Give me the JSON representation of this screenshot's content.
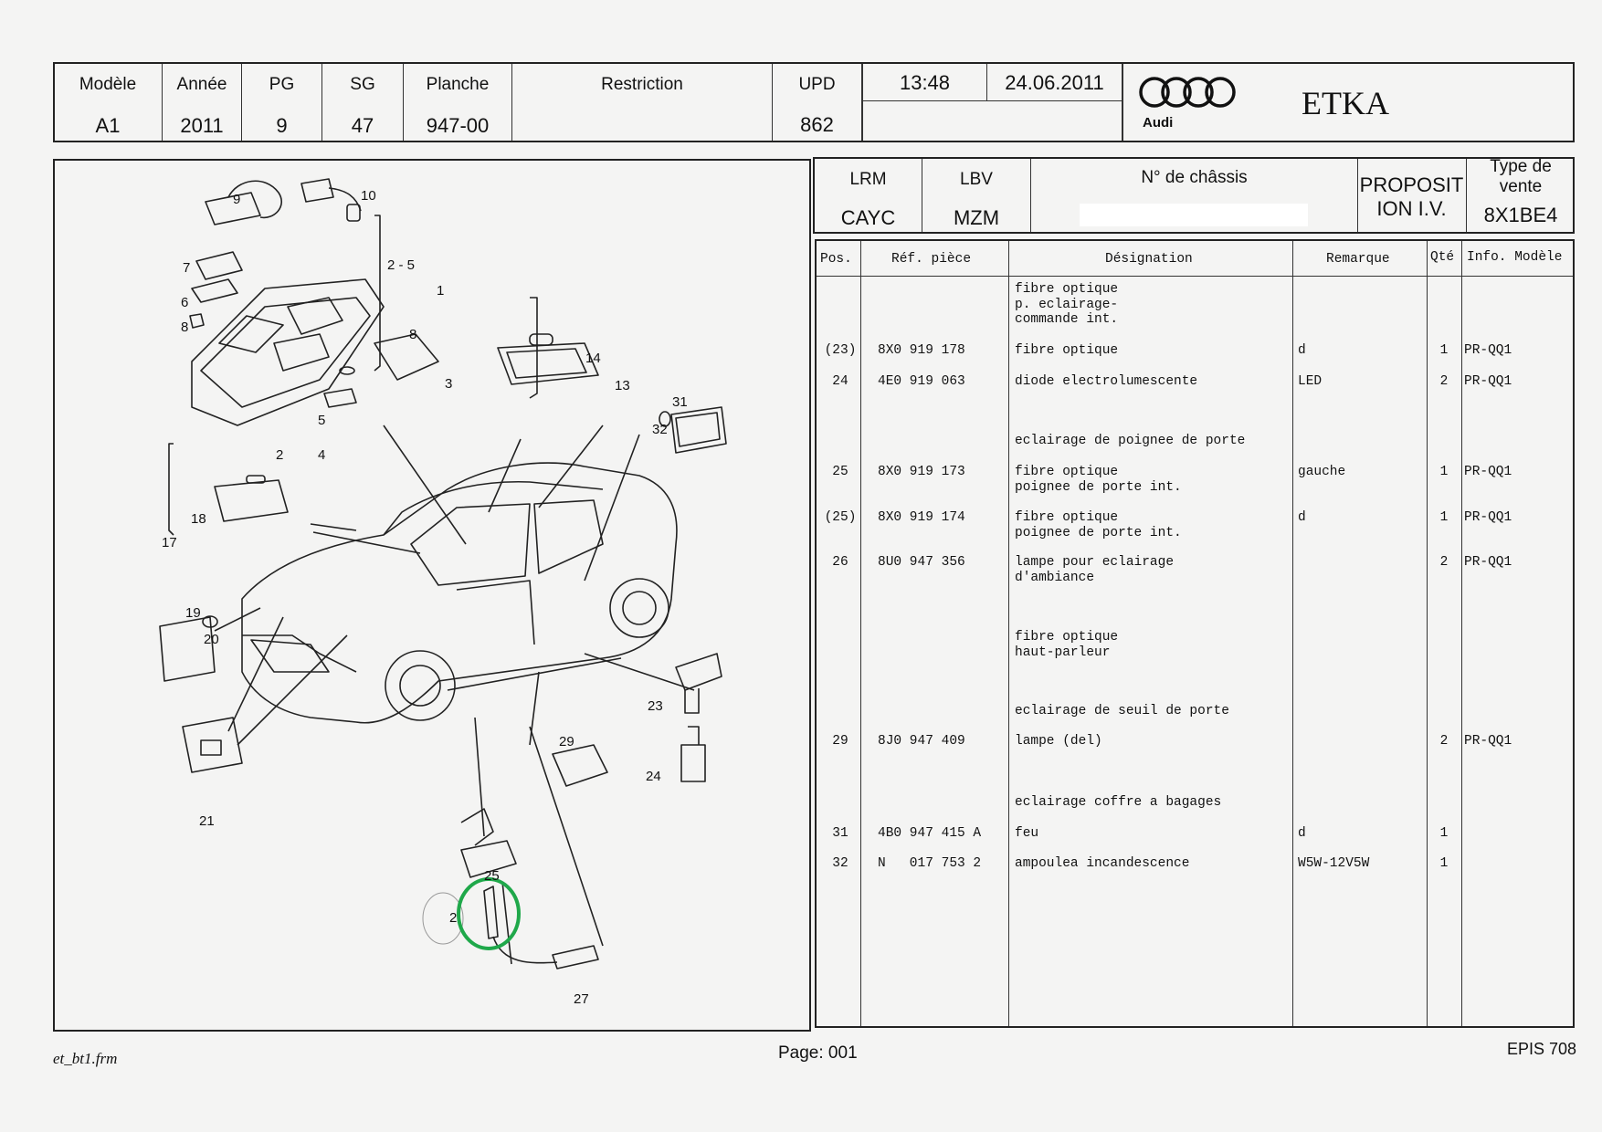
{
  "header": {
    "modele": {
      "label": "Modèle",
      "value": "A1"
    },
    "annee": {
      "label": "Année",
      "value": "2011"
    },
    "pg": {
      "label": "PG",
      "value": "9"
    },
    "sg": {
      "label": "SG",
      "value": "47"
    },
    "planche": {
      "label": "Planche",
      "value": "947-00"
    },
    "restriction": {
      "label": "Restriction",
      "value": ""
    },
    "upd": {
      "label": "UPD",
      "value": "862"
    },
    "time": "13:48",
    "date": "24.06.2011",
    "brand": "Audi",
    "app": "ETKA"
  },
  "vehicle": {
    "lrm": {
      "label": "LRM",
      "value": "CAYC"
    },
    "lbv": {
      "label": "LBV",
      "value": "MZM"
    },
    "chassis": {
      "label": "N° de châssis",
      "value": ""
    },
    "proposition": "PROPOSIT ION I.V.",
    "type_vente": {
      "label": "Type de vente",
      "value": "8X1BE4"
    }
  },
  "table": {
    "headers": [
      "Pos.",
      "Réf. pièce",
      "Désignation",
      "Remarque",
      "Qté",
      "Info. Modèle"
    ],
    "rows": [
      {
        "pos": "",
        "ref": "",
        "desig": "fibre optique\np. eclairage-\ncommande int.",
        "rem": "",
        "qte": "",
        "info": ""
      },
      {
        "pos": "(23)",
        "ref": "8X0 919 178",
        "desig": "fibre optique",
        "rem": "d",
        "qte": "1",
        "info": "PR-QQ1"
      },
      {
        "pos": "24",
        "ref": "4E0 919 063",
        "desig": "diode electrolumescente",
        "rem": "LED",
        "qte": "2",
        "info": "PR-QQ1"
      },
      {
        "pos": "",
        "ref": "",
        "desig": "eclairage de poignee de porte",
        "rem": "",
        "qte": "",
        "info": ""
      },
      {
        "pos": "25",
        "ref": "8X0 919 173",
        "desig": "fibre optique\npoignee de porte int.",
        "rem": "gauche",
        "qte": "1",
        "info": "PR-QQ1"
      },
      {
        "pos": "(25)",
        "ref": "8X0 919 174",
        "desig": "fibre optique\npoignee de porte int.",
        "rem": "d",
        "qte": "1",
        "info": "PR-QQ1"
      },
      {
        "pos": "26",
        "ref": "8U0 947 356",
        "desig": "lampe pour eclairage\nd'ambiance",
        "rem": "",
        "qte": "2",
        "info": "PR-QQ1"
      },
      {
        "pos": "",
        "ref": "",
        "desig": "fibre optique\nhaut-parleur",
        "rem": "",
        "qte": "",
        "info": ""
      },
      {
        "pos": "",
        "ref": "",
        "desig": "eclairage de seuil de porte",
        "rem": "",
        "qte": "",
        "info": ""
      },
      {
        "pos": "29",
        "ref": "8J0 947 409",
        "desig": "lampe (del)",
        "rem": "",
        "qte": "2",
        "info": "PR-QQ1"
      },
      {
        "pos": "",
        "ref": "",
        "desig": "eclairage coffre a bagages",
        "rem": "",
        "qte": "",
        "info": ""
      },
      {
        "pos": "31",
        "ref": "4B0 947 415 A",
        "desig": "feu",
        "rem": "d",
        "qte": "1",
        "info": ""
      },
      {
        "pos": "32",
        "ref": "N   017 753 2",
        "desig": "ampoulea incandescence",
        "rem": "W5W-12V5W",
        "qte": "1",
        "info": ""
      }
    ]
  },
  "diagram": {
    "callouts": [
      "9",
      "10",
      "7",
      "6",
      "8",
      "2 - 5",
      "1",
      "8",
      "3",
      "5",
      "4",
      "2",
      "14",
      "13",
      "31",
      "32",
      "18",
      "17",
      "19",
      "20",
      "21",
      "23",
      "24",
      "29",
      "25",
      "2",
      "27"
    ]
  },
  "footer": {
    "form": "et_bt1.frm",
    "page": "Page: 001",
    "epis": "EPIS 708"
  },
  "colors": {
    "highlight": "#1fa84a",
    "line": "#222222"
  }
}
